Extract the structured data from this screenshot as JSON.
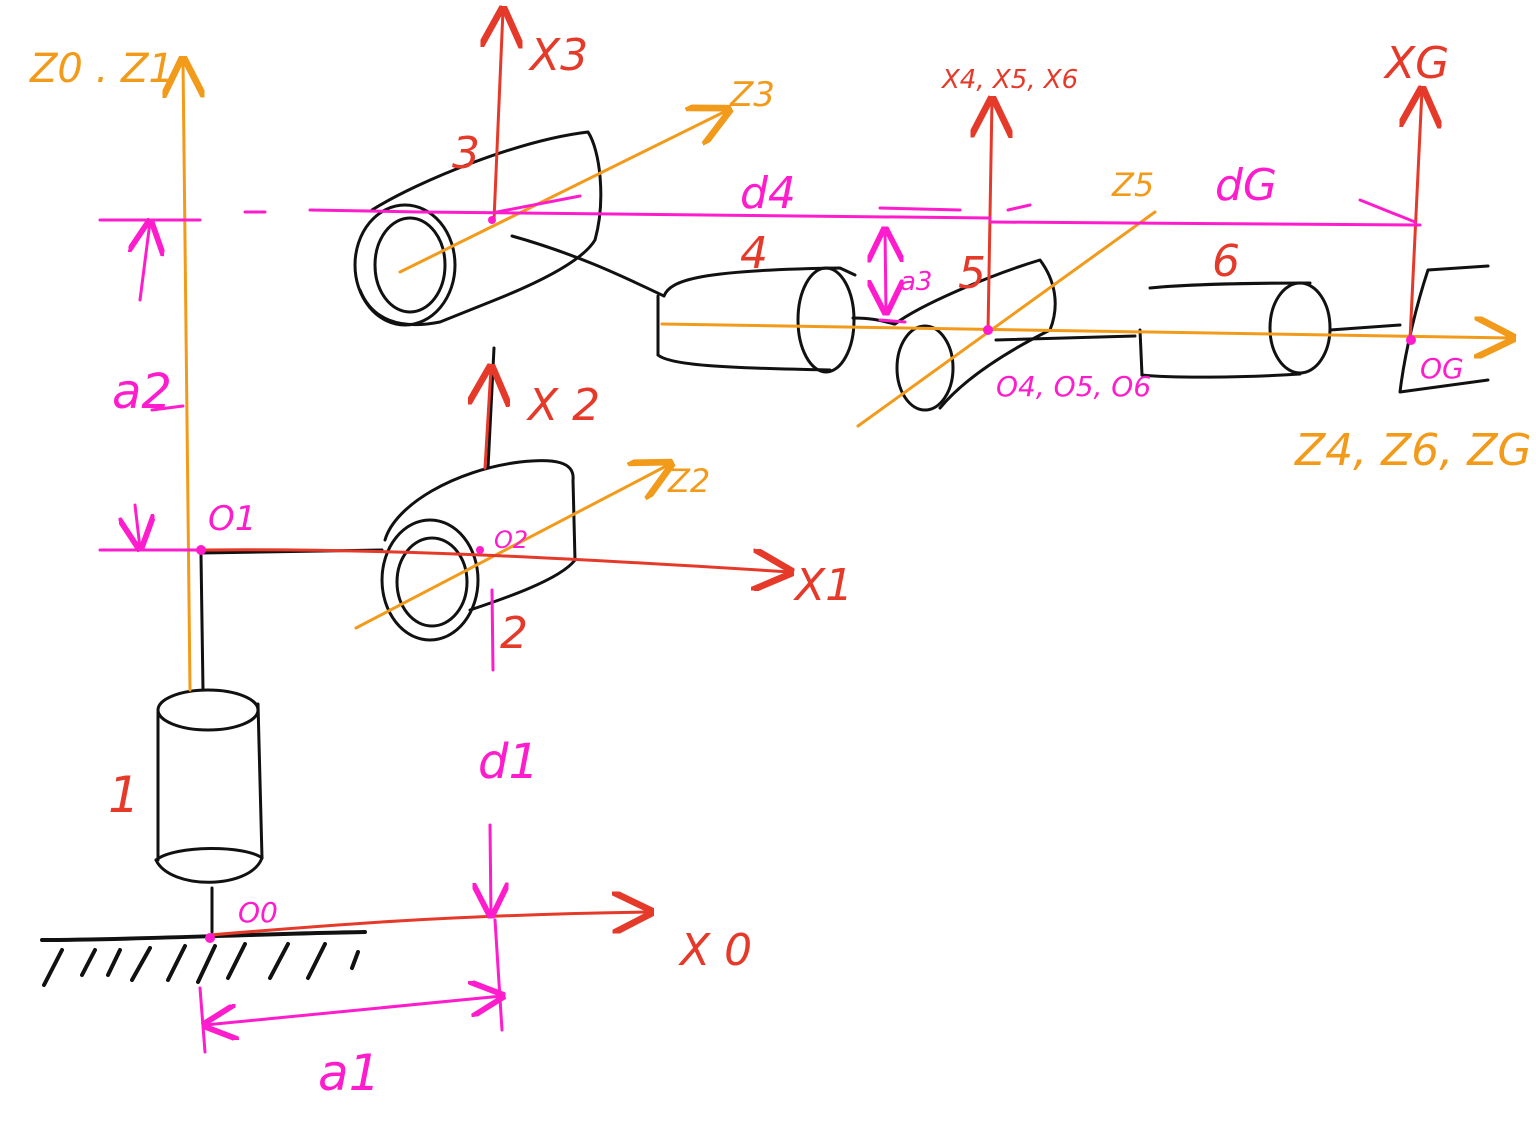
{
  "colors": {
    "z_axis": "#f29a1a",
    "x_axis": "#e53a2a",
    "dimension": "#ff1ccc",
    "link": "#111111",
    "joint_number": "#e53a2a"
  },
  "labels": {
    "z0_z1": "Z0 . Z1",
    "x3": "X3",
    "z3": "Z3",
    "x456": "X4, X5, X6",
    "xg": "XG",
    "z5": "Z5",
    "dg": "dG",
    "d4": "d4",
    "a3": "a3",
    "a2": "a2",
    "o1": "O1",
    "o2": "O2",
    "x2": "X 2",
    "z2": "Z2",
    "x1": "X1",
    "d1": "d1",
    "o0": "O0",
    "x0": "X 0",
    "a1": "a1",
    "o456": "O4, O5, O6",
    "og": "OG",
    "z46g": "Z4, Z6, ZG",
    "joint1": "1",
    "joint2": "2",
    "joint3": "3",
    "joint4": "4",
    "joint5": "5",
    "joint6": "6"
  }
}
